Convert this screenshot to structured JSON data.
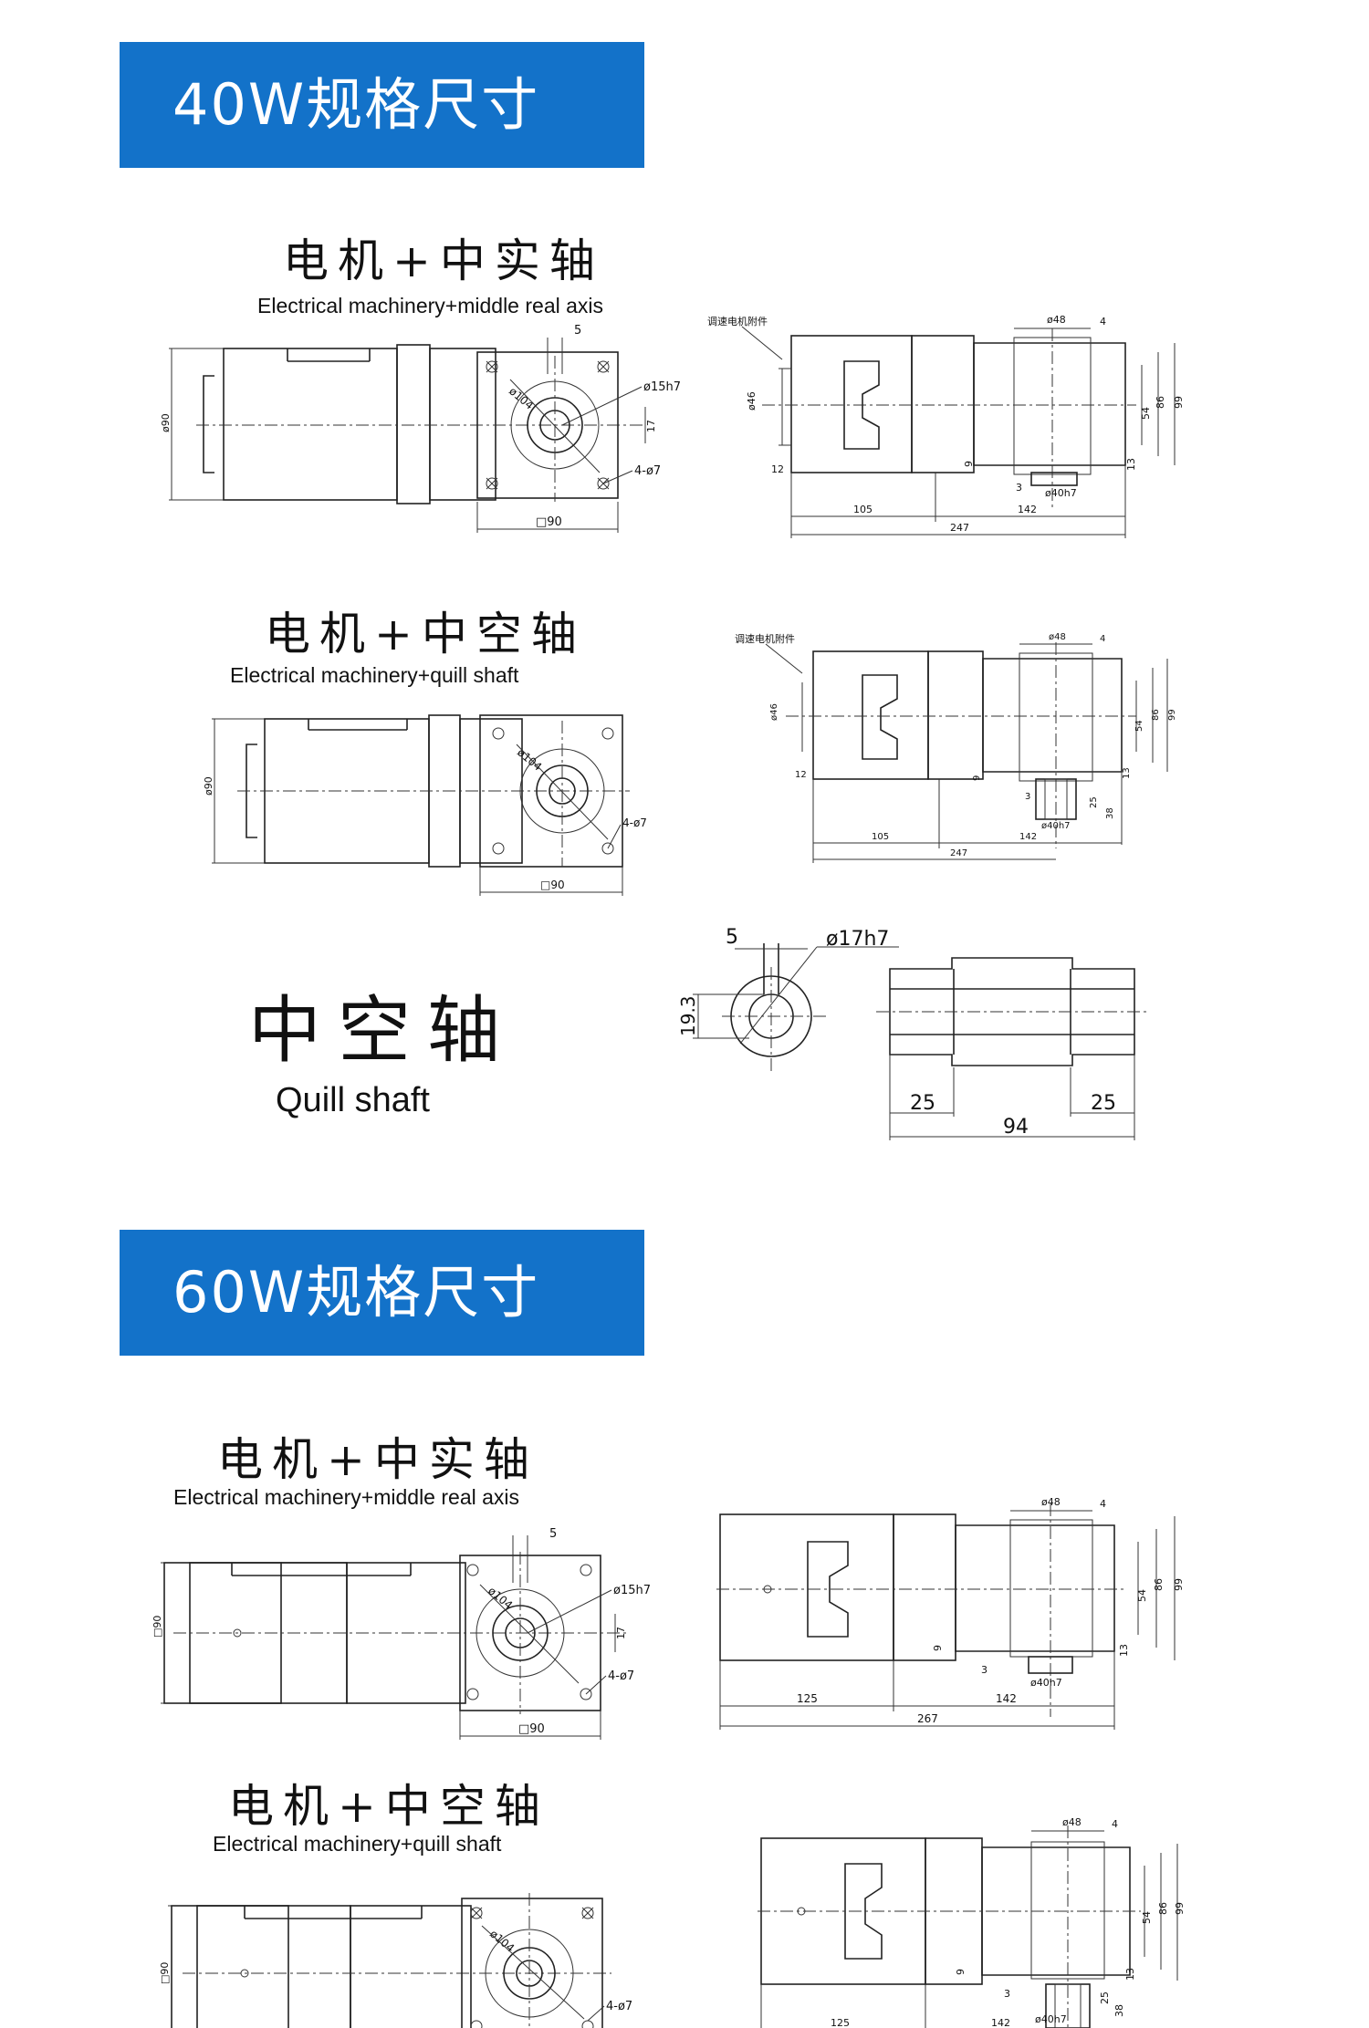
{
  "sections": [
    {
      "banner": "40W规格尺寸",
      "solid": {
        "title_cn": "电机+中实轴",
        "title_en": "Electrical machinery+middle real axis",
        "front": {
          "key": "5",
          "shaft_dia": "ø15h7",
          "key_h": "17",
          "pcd": "ø104",
          "holes": "4-ø7",
          "square": "□90",
          "body_dia": "ø90"
        },
        "side": {
          "accessory": "调速电机附件",
          "d48": "ø48",
          "d4": "4",
          "d99": "99",
          "d86": "86",
          "d54": "54",
          "d13": "13",
          "d9": "9",
          "d3": "3",
          "d40": "ø40h7",
          "d46": "ø46",
          "d12": "12",
          "len_a": "105",
          "len_b": "142",
          "len_total": "247"
        }
      },
      "quill": {
        "title_cn": "电机+中空轴",
        "title_en": "Electrical machinery+quill shaft",
        "front": {
          "pcd": "ø104",
          "holes": "4-ø7",
          "square": "□90",
          "body_dia": "ø90"
        },
        "side": {
          "accessory": "调速电机附件",
          "d48": "ø48",
          "d4": "4",
          "d99": "99",
          "d86": "86",
          "d54": "54",
          "d13": "13",
          "d9": "9",
          "d3": "3",
          "d25": "25",
          "d38": "38",
          "d40": "ø40h7",
          "d46": "ø46",
          "d12": "12",
          "len_a": "105",
          "len_b": "142",
          "len_total": "247"
        }
      },
      "shaft": {
        "title_cn": "中空轴",
        "title_en": "Quill shaft",
        "key": "5",
        "bore": "ø17h7",
        "height": "19.3",
        "end_a": "25",
        "end_b": "25",
        "total": "94"
      }
    },
    {
      "banner": "60W规格尺寸",
      "solid": {
        "title_cn": "电机+中实轴",
        "title_en": "Electrical machinery+middle real axis",
        "front": {
          "key": "5",
          "shaft_dia": "ø15h7",
          "key_h": "17",
          "pcd": "ø104",
          "holes": "4-ø7",
          "square": "□90",
          "body_dia": "□90"
        },
        "side": {
          "d48": "ø48",
          "d4": "4",
          "d99": "99",
          "d86": "86",
          "d54": "54",
          "d13": "13",
          "d9": "9",
          "d3": "3",
          "d40": "ø40h7",
          "len_a": "125",
          "len_b": "142",
          "len_total": "267"
        }
      },
      "quill": {
        "title_cn": "电机+中空轴",
        "title_en": "Electrical machinery+quill shaft",
        "front": {
          "pcd": "ø104",
          "holes": "4-ø7",
          "body_dia": "□90"
        },
        "side": {
          "d48": "ø48",
          "d4": "4",
          "d99": "99",
          "d86": "86",
          "d54": "54",
          "d13": "13",
          "d9": "9",
          "d3": "3",
          "d25": "25",
          "d38": "38",
          "d40": "ø40h7",
          "len_a": "125",
          "len_b": "142"
        }
      }
    }
  ]
}
